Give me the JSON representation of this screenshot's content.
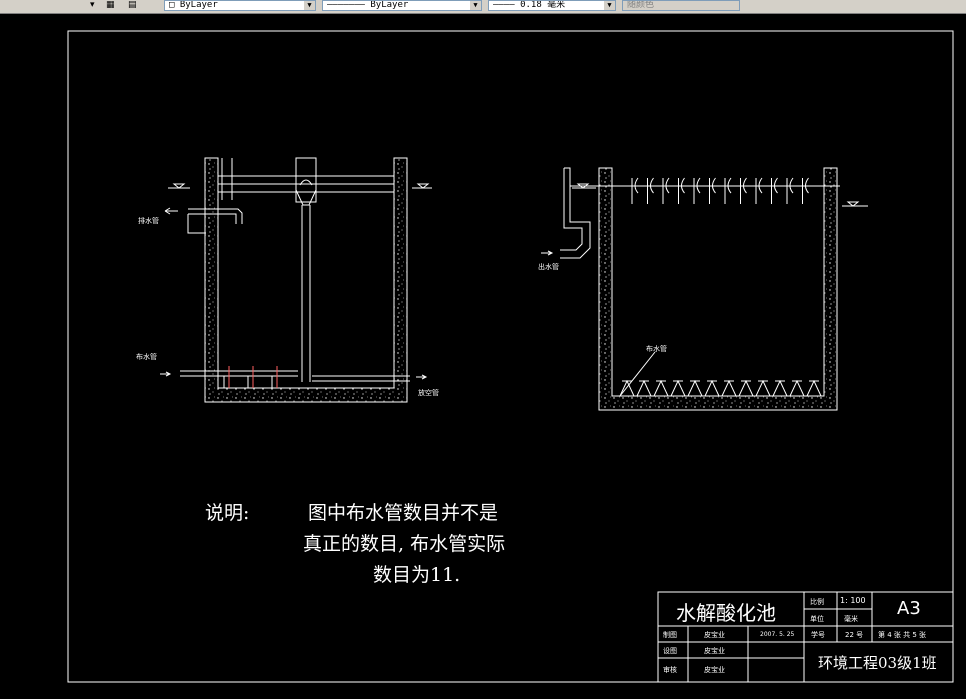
{
  "toolbar": {
    "color_combo": "ByLayer",
    "linetype_combo": "ByLayer",
    "lineweight_combo": "0.18 毫米",
    "plotstyle_combo": "随颜色"
  },
  "labels": {
    "left_drain_pipe": "排水管",
    "left_inlet_pipe": "布水管",
    "left_sludge_pipe": "放空管",
    "right_outlet_pipe": "出水管",
    "right_inlet_pipe": "布水管"
  },
  "note": {
    "label": "说明:",
    "line1": "图中布水管数目并不是",
    "line2": "真正的数目, 布水管实际",
    "line3": "数目为11."
  },
  "title_block": {
    "title": "水解酸化池",
    "scale_label": "比例",
    "scale_value": "1: 100",
    "unit_label": "单位",
    "unit_value": "毫米",
    "sheet_size": "A3",
    "drawn_label": "制图",
    "drawn_name": "皮宝业",
    "date": "2007. 5. 25",
    "no_label": "学号",
    "no_value": "22 号",
    "sheet_of": "第 4 张  共 5 张",
    "design_label": "设图",
    "design_name": "皮宝业",
    "check_label": "审核",
    "check_name": "皮宝业",
    "class_name": "环境工程03级1班"
  },
  "colors": {
    "background": "#000000",
    "lines": "#ffffff",
    "accent_red": "#ff6060"
  }
}
